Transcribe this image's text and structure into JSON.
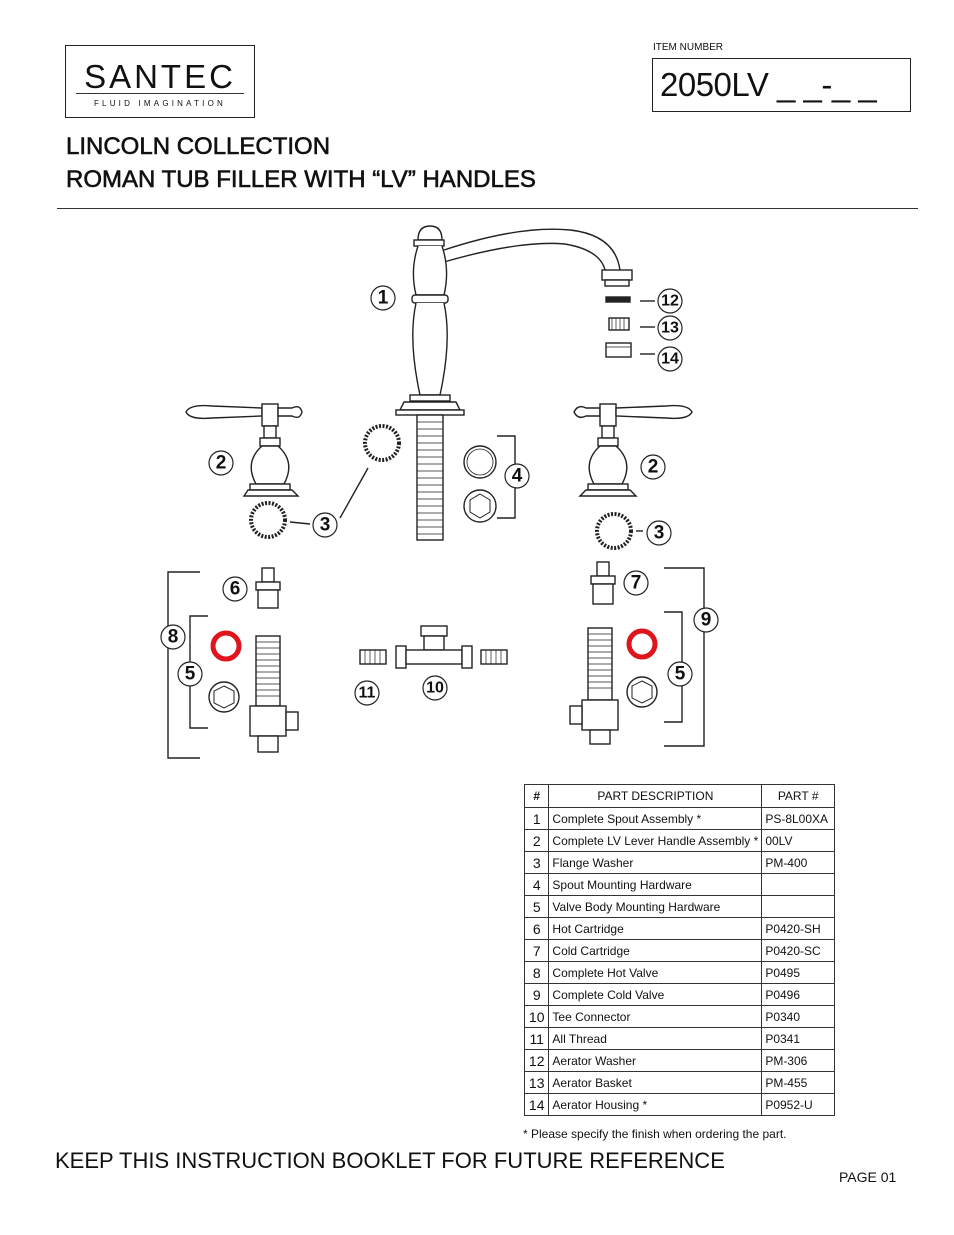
{
  "brand": {
    "name": "SANTEC",
    "tagline": "FLUID IMAGINATION"
  },
  "item": {
    "label": "ITEM NUMBER",
    "value": "2050LV _ _-_ _"
  },
  "title": {
    "line1": "LINCOLN COLLECTION",
    "line2": "ROMAN TUB FILLER WITH “LV” HANDLES"
  },
  "callouts": [
    "1",
    "12",
    "13",
    "14",
    "2",
    "3",
    "4",
    "2",
    "3",
    "6",
    "7",
    "8",
    "9",
    "5",
    "11",
    "10",
    "5"
  ],
  "table": {
    "headers": {
      "num": "#",
      "desc": "PART  DESCRIPTION",
      "part": "PART #"
    },
    "rows": [
      {
        "num": "1",
        "desc": "Complete Spout Assembly  *",
        "part": "PS-8L00XA"
      },
      {
        "num": "2",
        "desc": "Complete LV Lever Handle Assembly *",
        "part": "00LV"
      },
      {
        "num": "3",
        "desc": "Flange Washer",
        "part": "PM-400"
      },
      {
        "num": "4",
        "desc": "Spout Mounting Hardware",
        "part": ""
      },
      {
        "num": "5",
        "desc": "Valve Body Mounting Hardware",
        "part": ""
      },
      {
        "num": "6",
        "desc": "Hot Cartridge",
        "part": "P0420-SH"
      },
      {
        "num": "7",
        "desc": "Cold Cartridge",
        "part": "P0420-SC"
      },
      {
        "num": "8",
        "desc": "Complete Hot Valve",
        "part": "P0495"
      },
      {
        "num": "9",
        "desc": "Complete Cold Valve",
        "part": "P0496"
      },
      {
        "num": "10",
        "desc": "Tee Connector",
        "part": "P0340"
      },
      {
        "num": "11",
        "desc": "All Thread",
        "part": "P0341"
      },
      {
        "num": "12",
        "desc": "Aerator Washer",
        "part": "PM-306"
      },
      {
        "num": "13",
        "desc": "Aerator Basket",
        "part": "PM-455"
      },
      {
        "num": "14",
        "desc": "Aerator Housing *",
        "part": "P0952-U"
      }
    ]
  },
  "footnote": "* Please specify the finish when ordering the part.",
  "footer": {
    "keep": "KEEP THIS INSTRUCTION BOOKLET FOR FUTURE REFERENCE",
    "page": "PAGE 01"
  },
  "colors": {
    "washer_red": "#e0141c",
    "ink": "#111111"
  }
}
